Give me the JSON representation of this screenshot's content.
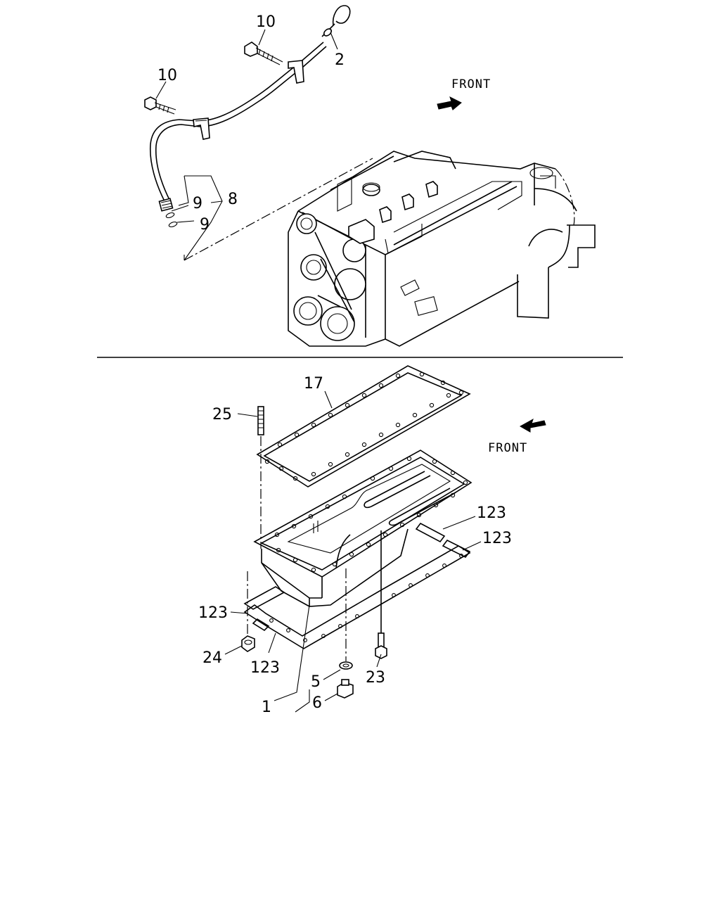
{
  "upper_assembly": {
    "labels": {
      "l10a": "10",
      "l10b": "10",
      "l2": "2",
      "l8": "8",
      "l9a": "9",
      "l9b": "9"
    },
    "front": "FRONT"
  },
  "lower_assembly": {
    "labels": {
      "l17": "17",
      "l25": "25",
      "l123a": "123",
      "l123b": "123",
      "l123c": "123",
      "l123d": "123",
      "l24": "24",
      "l5": "5",
      "l6": "6",
      "l1": "1",
      "l23": "23"
    },
    "front": "FRONT"
  },
  "colors": {
    "ink": "#000000",
    "paper": "#ffffff"
  }
}
